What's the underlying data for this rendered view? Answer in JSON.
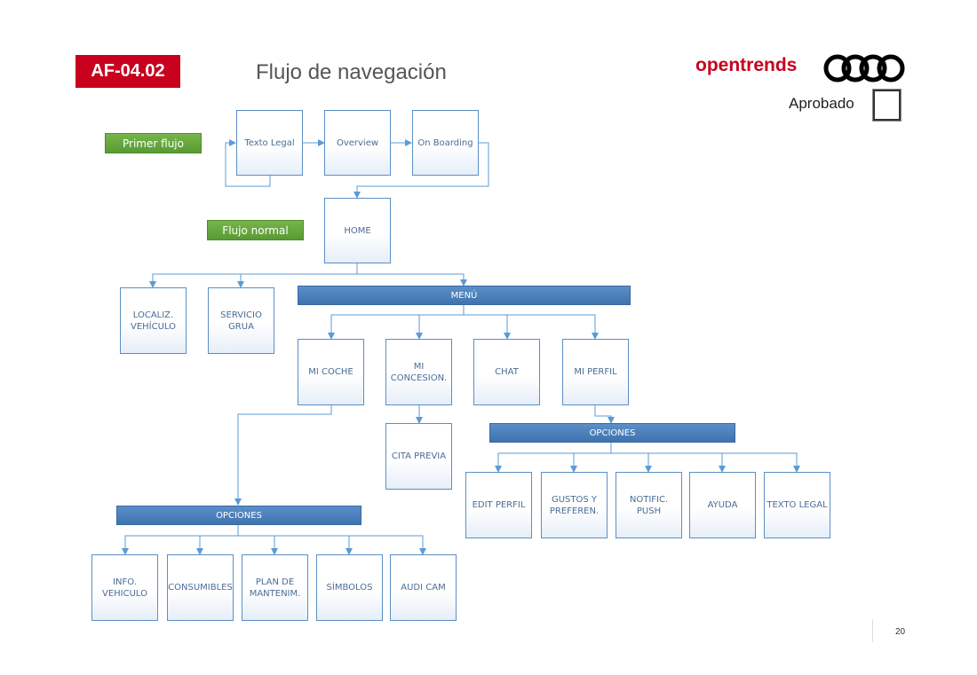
{
  "header": {
    "code": "AF-04.02",
    "title": "Flujo de navegación",
    "brand": "opentrends",
    "approved_label": "Aprobado",
    "page_number": "20"
  },
  "tags": {
    "first_flow": "Primer flujo",
    "normal_flow": "Flujo normal"
  },
  "nodes": {
    "texto_legal_top": "Texto Legal",
    "overview": "Overview",
    "on_boarding": "On Boarding",
    "home": "HOME",
    "menu": "MENÚ",
    "localiz": "LOCALIZ.\nVEHÍCULO",
    "servicio": "SERVICIO\nGRUA",
    "mi_coche": "MI COCHE",
    "mi_concesion": "MI\nCONCESION.",
    "chat": "CHAT",
    "mi_perfil": "MI PERFIL",
    "opciones_perfil": "OPCIONES",
    "cita_previa": "CITA PREVIA",
    "edit_perfil": "EDIT PERFIL",
    "gustos": "GUSTOS Y\nPREFEREN.",
    "notific": "NOTIFIC.\nPUSH",
    "ayuda": "AYUDA",
    "texto_legal": "TEXTO LEGAL",
    "opciones_coche": "OPCIONES",
    "info_vehiculo": "INFO.\nVEHICULO",
    "consumibles": "CONSUMIBLES",
    "plan": "PLAN DE\nMANTENIM.",
    "simbolos": "SÍMBOLOS",
    "audi_cam": "AUDI CAM"
  },
  "colors": {
    "code_badge": "#c8001e",
    "brand": "#c8001e",
    "tag_green": "#6aa840",
    "bar_blue": "#4a7fbb",
    "node_border": "#5b8fc4",
    "connector": "#5b9bd5"
  }
}
